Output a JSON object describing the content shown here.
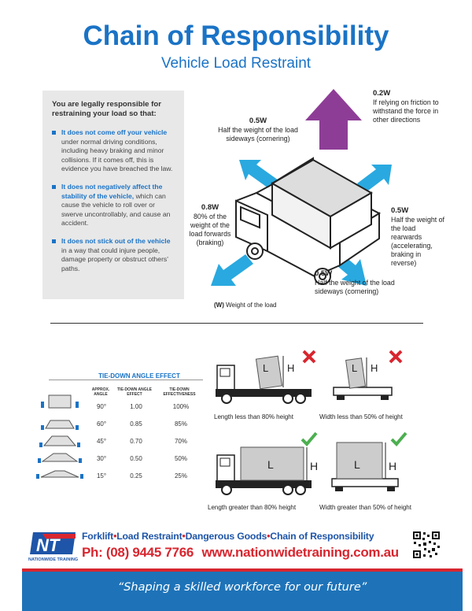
{
  "header": {
    "title": "Chain of Responsibility",
    "subtitle": "Vehicle Load Restraint"
  },
  "responsibility_box": {
    "intro": "You are legally responsible for restraining your load so that:",
    "points": [
      {
        "emphasis": "It does not come off your vehicle",
        "text": "under normal driving conditions, including heavy braking and minor collisions. If it comes off, this is evidence you have breached the law."
      },
      {
        "emphasis": "It does not negatively affect the stability of the vehicle,",
        "text": "which can cause the vehicle to roll over or swerve uncontrollably, and cause an accident."
      },
      {
        "emphasis": "It does not stick out of the vehicle",
        "text": "in a way that could injure people, damage property or obstruct others' paths."
      }
    ]
  },
  "diagram": {
    "colors": {
      "arrow_blue": "#29a9e0",
      "arrow_purple": "#8e3d97"
    },
    "labels": {
      "up": {
        "force": "0.2W",
        "text": "If relying on friction to withstand the force in other directions"
      },
      "side_top": {
        "force": "0.5W",
        "text": "Half the weight of the load sideways (cornering)"
      },
      "forward": {
        "force": "0.8W",
        "text": "80% of the weight of the load forwards (braking)"
      },
      "rear": {
        "force": "0.5W",
        "text": "Half the weight of the load rearwards (accelerating, braking in reverse)"
      },
      "side_bottom": {
        "force": "0.5W",
        "text": "Half the weight of the load sideways (cornering)"
      }
    },
    "legend": {
      "key": "(W)",
      "text": "Weight of the load"
    }
  },
  "tie_down": {
    "title": "TIE-DOWN ANGLE EFFECT",
    "headers": [
      "APPROX. ANGLE",
      "TIE-DOWN ANGLE EFFECT",
      "TIE-DOWN EFFECTIVENESS"
    ],
    "rows": [
      {
        "angle": "90°",
        "effect": "1.00",
        "effectiveness": "100%"
      },
      {
        "angle": "60°",
        "effect": "0.85",
        "effectiveness": "85%"
      },
      {
        "angle": "45°",
        "effect": "0.70",
        "effectiveness": "70%"
      },
      {
        "angle": "30°",
        "effect": "0.50",
        "effectiveness": "50%"
      },
      {
        "angle": "15°",
        "effect": "0.25",
        "effectiveness": "25%"
      }
    ]
  },
  "examples": {
    "letter_l": "L",
    "letter_h": "H",
    "captions": {
      "a": "Length less than 80% height",
      "b": "Width less than 50% of height",
      "c": "Length greater than 80% height",
      "d": "Width greater than 50% of height"
    }
  },
  "footer": {
    "logo_text": "NT",
    "logo_sub": "NATIONWIDE TRAINING",
    "services": [
      "Forklift",
      "Load Restraint",
      "Dangerous Goods",
      "Chain of Responsibility"
    ],
    "phone": "Ph: (08) 9445 7766",
    "website": "www.nationwidetraining.com.au",
    "tagline": "“Shaping a skilled workforce for our future”",
    "colors": {
      "red": "#d8262f",
      "blue": "#1e73b8"
    }
  }
}
